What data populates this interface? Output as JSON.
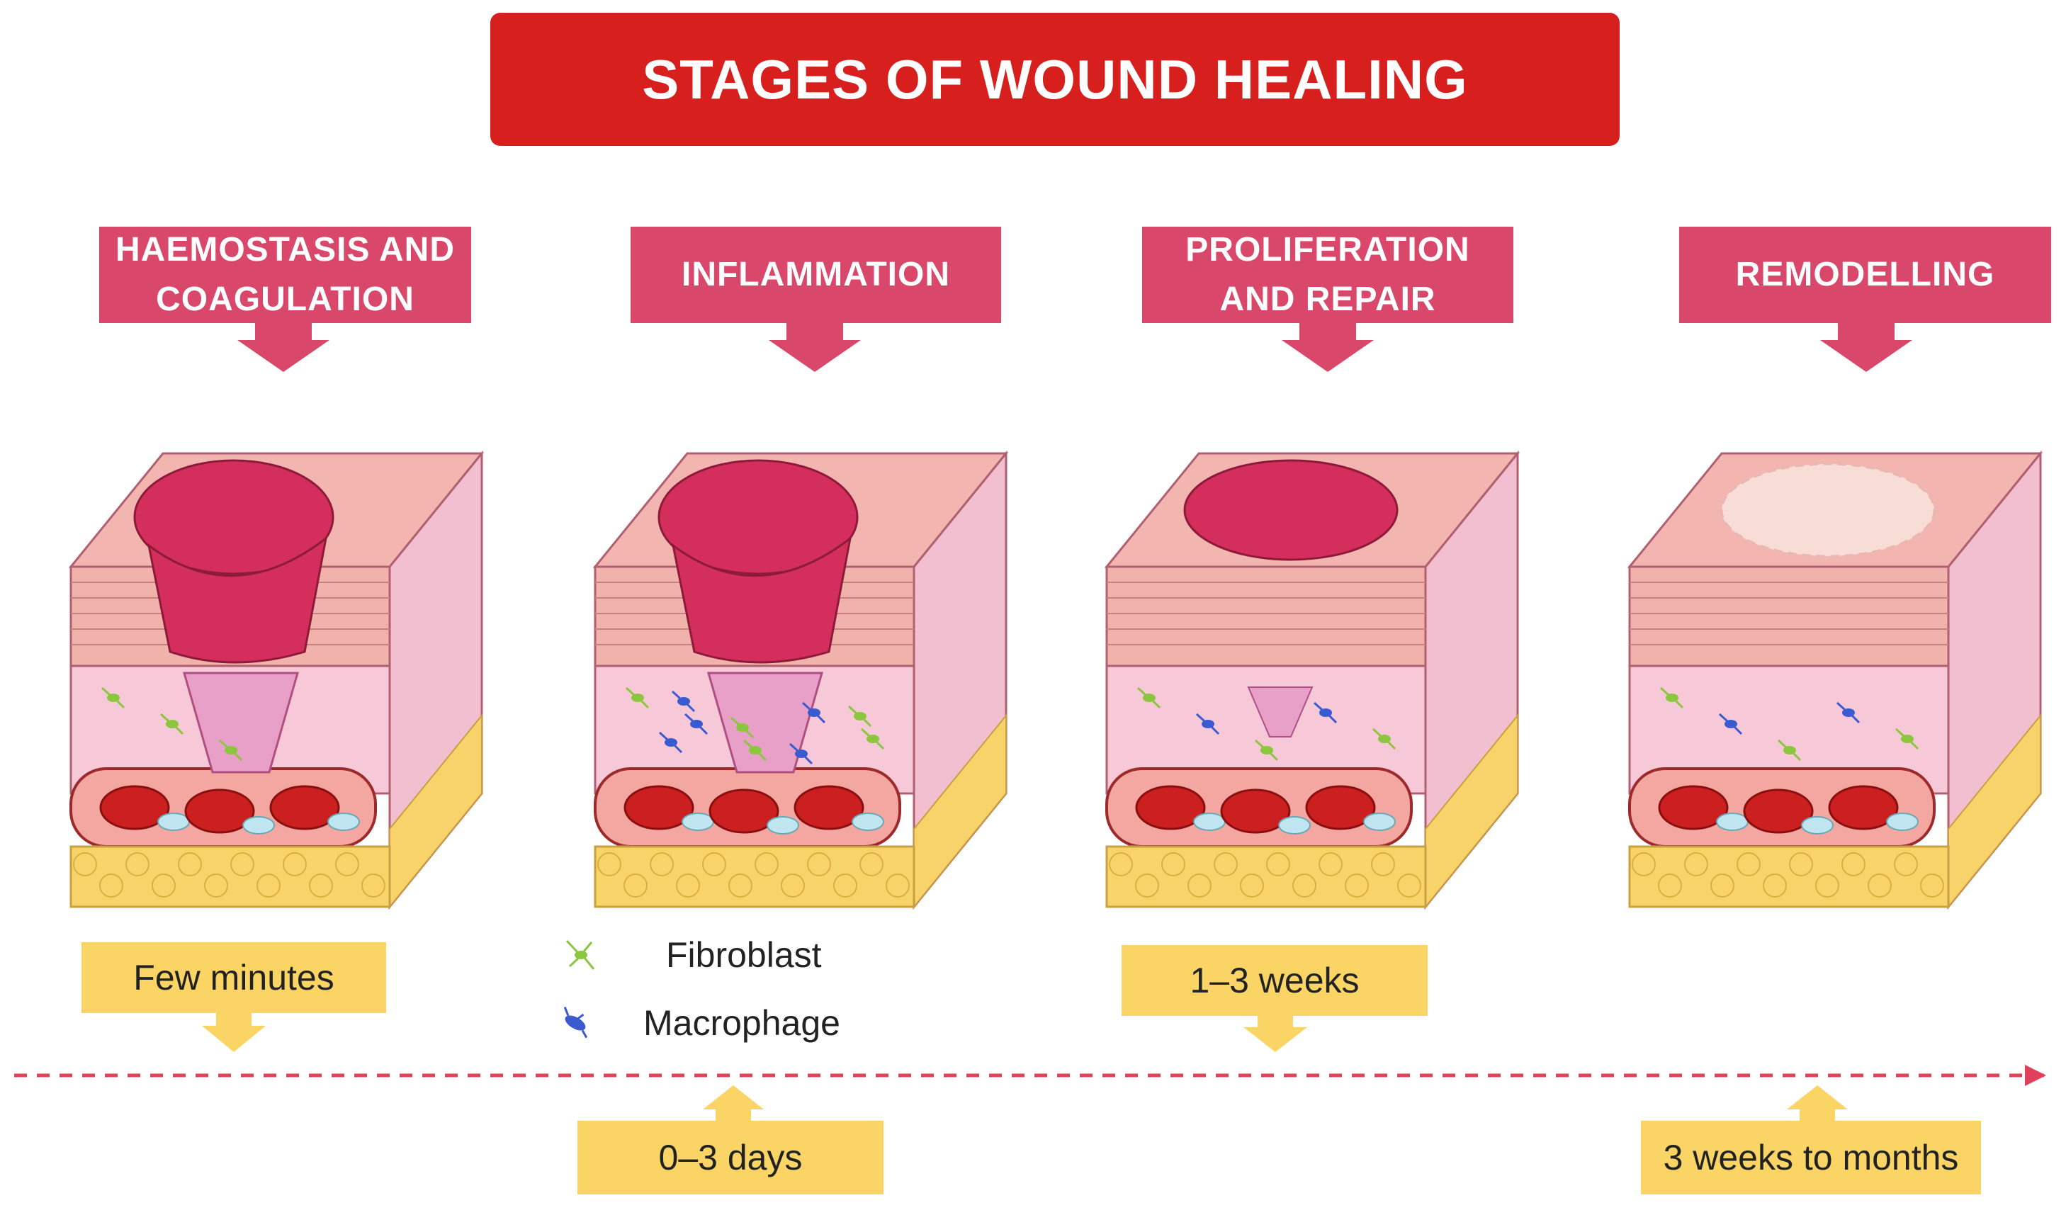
{
  "title": "STAGES OF WOUND HEALING",
  "stages": [
    {
      "label": "HAEMOSTASIS AND\nCOAGULATION",
      "duration": "Few minutes"
    },
    {
      "label": "INFLAMMATION",
      "duration": "0–3 days"
    },
    {
      "label": "PROLIFERATION\nAND REPAIR",
      "duration": "1–3 weeks"
    },
    {
      "label": "REMODELLING",
      "duration": "3 weeks to months"
    }
  ],
  "legend": [
    {
      "label": "Fibroblast",
      "icon": "fibroblast-icon",
      "color": "#8cc63f"
    },
    {
      "label": "Macrophage",
      "icon": "macrophage-icon",
      "color": "#3a5bd0"
    }
  ],
  "colors": {
    "title_bg": "#d7201e",
    "stage_banner": "#d9486a",
    "duration_box": "#fad566",
    "timeline": "#e0405a",
    "skin_top": "#f3b5b0",
    "wound": "#d42e5c",
    "dermis": "#f6c8d8",
    "fat": "#f7d36a",
    "blood_cell": "#cc1f1f",
    "platelet": "#bfe6f0"
  }
}
